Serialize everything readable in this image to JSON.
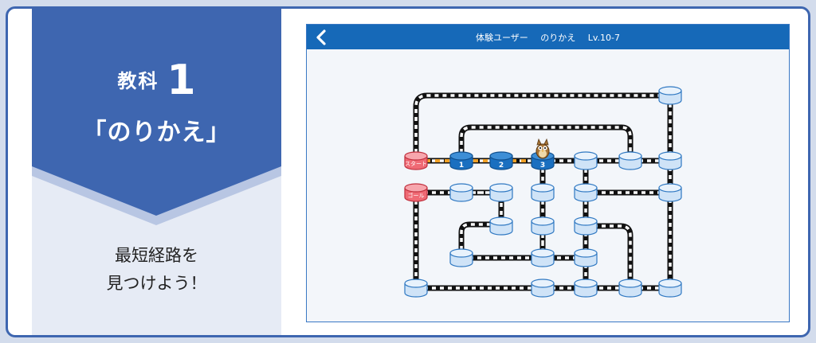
{
  "panel": {
    "subject_label": "教科",
    "subject_number": "1",
    "topic": "「のりかえ」",
    "description_line1": "最短経路を",
    "description_line2": "見つけよう！",
    "colors": {
      "banner": "#3e66b0",
      "banner_shadow": "#b8c6e3",
      "panel_bg": "#e6ebf5"
    }
  },
  "app": {
    "back_icon": "chevron-left-icon",
    "title_user": "体験ユーザー",
    "title_game": "のりかえ",
    "title_level": "Lv.10-7",
    "colors": {
      "header": "#1669b8",
      "accent_track": "#f0a024"
    }
  },
  "map": {
    "start_label": "スタート",
    "goal_label": "ゴール",
    "visited_stops": [
      "1",
      "2",
      "3"
    ],
    "character_icon": "owl-character-icon"
  }
}
